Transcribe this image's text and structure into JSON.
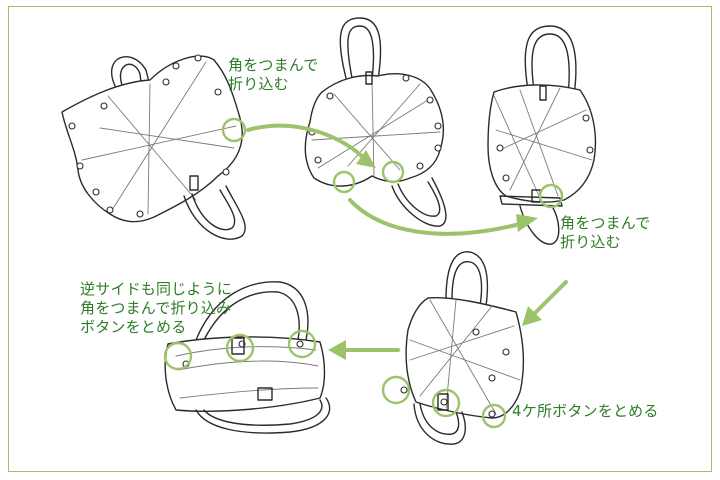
{
  "colors": {
    "accent": "#9cc36a",
    "text": "#2f7d27",
    "line": "#2b2b2b"
  },
  "captions": {
    "step1": "角をつまんで\n折り込む",
    "step2": "角をつまんで\n折り込む",
    "step3": "4ケ所ボタンをとめる",
    "step4": "逆サイドも同じように\n角をつまんで折り込み\nボタンをとめる"
  }
}
